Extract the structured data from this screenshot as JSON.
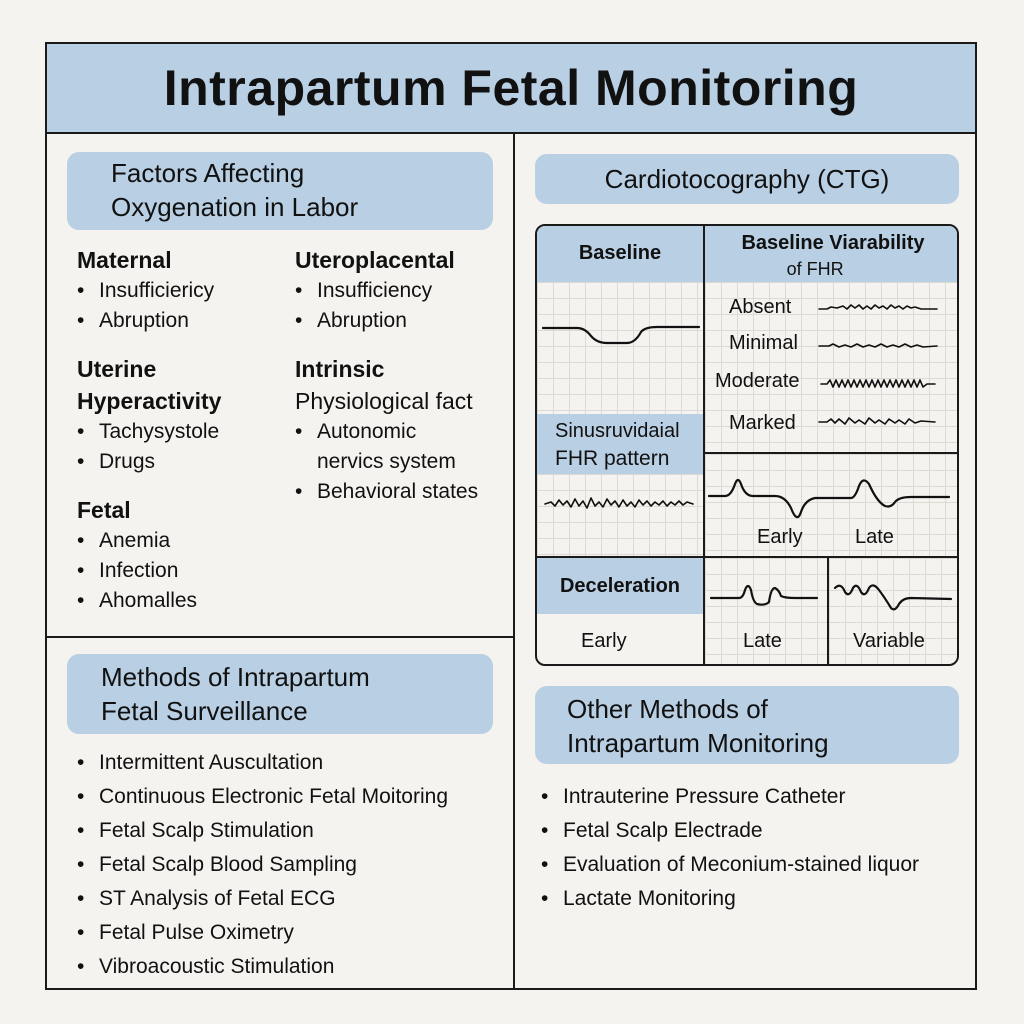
{
  "title": "Intrapartum Fetal Monitoring",
  "colors": {
    "header_fill": "#b9cfe4",
    "background": "#f5f3ef",
    "border": "#1a1a1a"
  },
  "factors": {
    "heading_line1": "Factors Affecting",
    "heading_line2": "Oxygenation in Labor",
    "groups": [
      {
        "title": "Maternal",
        "items": [
          "Insufficierіcy",
          "Abruption"
        ]
      },
      {
        "title": "Uteroplacental",
        "items": [
          "Insufficiency",
          "Abruption"
        ]
      },
      {
        "title_line1": "Uterine",
        "title_line2": "Hyperactivity",
        "items": [
          "Tachysystole",
          "Drugs"
        ]
      },
      {
        "title_line1": "Intrinsic",
        "title_line2": "Physiological fact",
        "items": [
          "Autonomic",
          "nervics system",
          "Behavioral states"
        ]
      },
      {
        "title": "Fetal",
        "items": [
          "Anemia",
          "Infection",
          "Ahomalles"
        ]
      }
    ]
  },
  "methods": {
    "heading_line1": "Methods of Intrapartum",
    "heading_line2": "Fetal Surveillance",
    "items": [
      "Intermittent Auscultation",
      "Continuous Electronic Fetal Moitoring",
      "Fetal Scalp Stimulation",
      "Fetal Scalp Blood Sampling",
      "ST Analysis of Fetal ECG",
      "Fetal Pulse Oximetry",
      "Vibroacoustic Stimulation"
    ]
  },
  "ctg": {
    "heading": "Cardiotocography (CTG)",
    "baseline_header": "Baseline",
    "variability_header_line1": "Baseline Viarability",
    "variability_header_line2": "of FHR",
    "variability_levels": [
      "Absent",
      "Minimal",
      "Moderate",
      "Marked"
    ],
    "sinusoidal_line1": "Sinusruvidaial",
    "sinusoidal_line2": "FHR pattern",
    "decel_pattern_labels": [
      "Early",
      "Late"
    ],
    "deceleration_header": "Deceleration",
    "deceleration_types": [
      "Early",
      "Late",
      "Variable"
    ]
  },
  "other_methods": {
    "heading_line1": "Other Methods of",
    "heading_line2": "Intrapartum Monitoring",
    "items": [
      "Intrauterine Pressure Catheter",
      "Fetal Scalp Electrade",
      "Evaluation of Meconium-stained liquor",
      "Lactate Monitoring"
    ]
  }
}
